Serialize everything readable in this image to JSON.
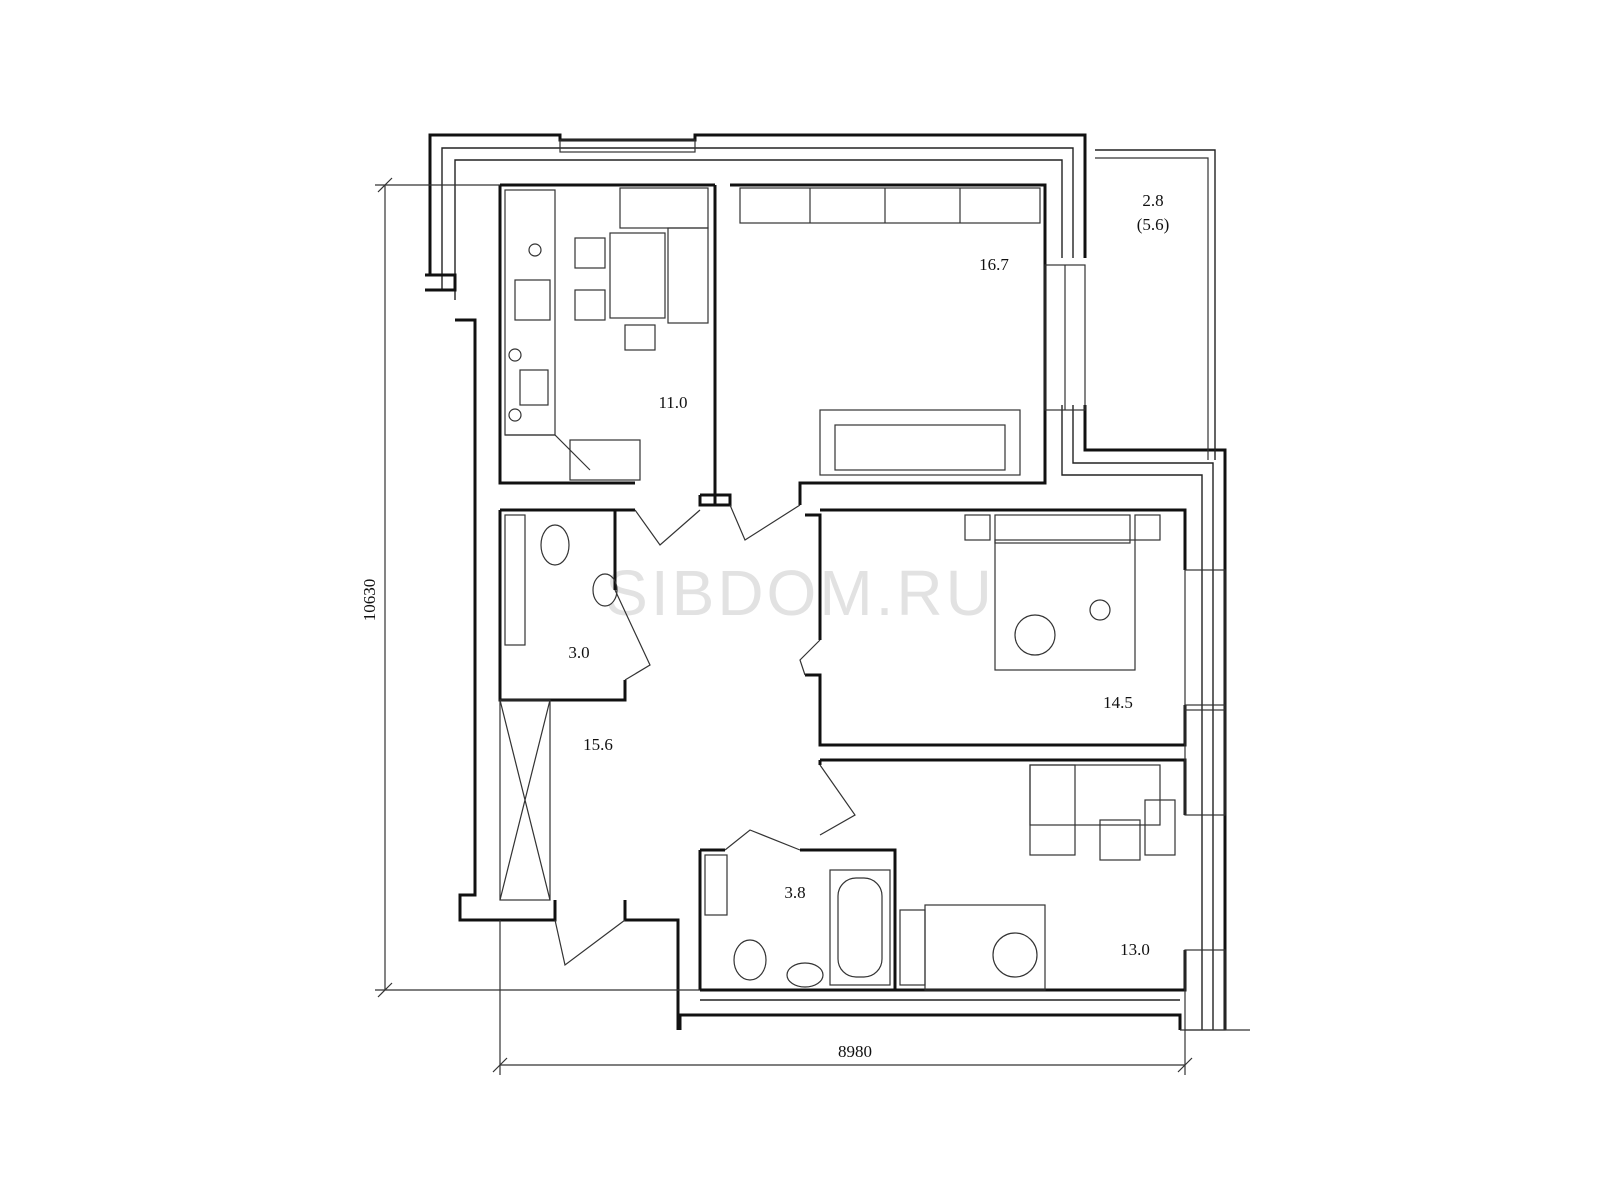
{
  "watermark": "SIBDOM.RU",
  "dimensions": {
    "width": "8980",
    "height": "10630"
  },
  "rooms": {
    "kitchen": "11.0",
    "living_room": "16.7",
    "balcony_area": "2.8",
    "balcony_full": "(5.6)",
    "toilet": "3.0",
    "hall": "15.6",
    "bedroom": "14.5",
    "bathroom": "3.8",
    "kids_room": "13.0"
  }
}
